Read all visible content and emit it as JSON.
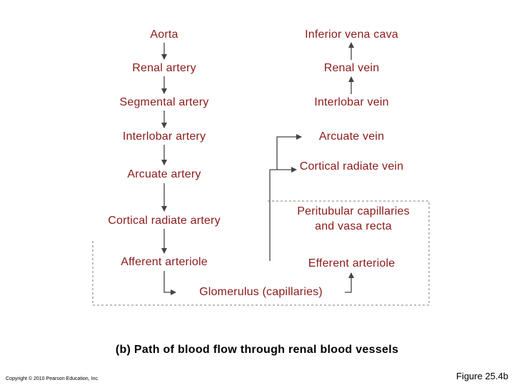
{
  "diagram": {
    "arterial_path": [
      "Aorta",
      "Renal artery",
      "Segmental artery",
      "Interlobar artery",
      "Arcuate artery",
      "Cortical radiate artery",
      "Afferent arteriole"
    ],
    "venous_path": [
      "Inferior vena cava",
      "Renal vein",
      "Interlobar vein",
      "Arcuate vein",
      "Cortical radiate vein",
      "Peritubular capillaries and vasa recta",
      "Efferent arteriole"
    ],
    "glomerulus": "Glomerulus (capillaries)"
  },
  "caption": "(b) Path of blood flow through renal blood vessels",
  "copyright": "Copyright © 2010 Pearson Education, Inc.",
  "figure_number": "Figure 25.4b",
  "colors": {
    "label_text": "#8b1a1a",
    "arrow": "#444444",
    "dotted_box": "#999999",
    "caption_text": "#000000"
  }
}
